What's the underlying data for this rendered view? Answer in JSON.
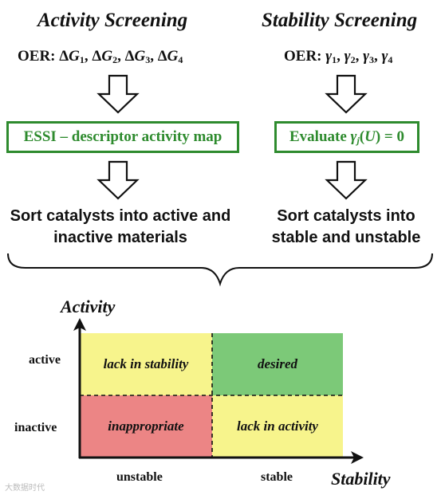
{
  "activity": {
    "title": "Activity Screening",
    "oer_prefix": "OER:",
    "box_text": "ESSI – descriptor activity map",
    "sort_line1": "Sort catalysts into active and",
    "sort_line2": "inactive materials"
  },
  "stability": {
    "title": "Stability Screening",
    "oer_prefix": "OER:",
    "box_prefix": "Evaluate",
    "box_suffix": "= 0",
    "sort_line1": "Sort catalysts into",
    "sort_line2": "stable and unstable"
  },
  "matrix": {
    "y_axis_label": "Activity",
    "x_axis_label": "Stability",
    "y_ticks": [
      "active",
      "inactive"
    ],
    "x_ticks": [
      "unstable",
      "stable"
    ],
    "cells": {
      "top_left": "lack in stability",
      "top_right": "desired",
      "bottom_left": "inappropriate",
      "bottom_right": "lack in activity"
    },
    "colors": {
      "yellow": "#f7f48c",
      "green": "#7cc978",
      "red": "#ec8585",
      "box_border": "#2e8b2e"
    }
  },
  "watermark": "大数据时代"
}
